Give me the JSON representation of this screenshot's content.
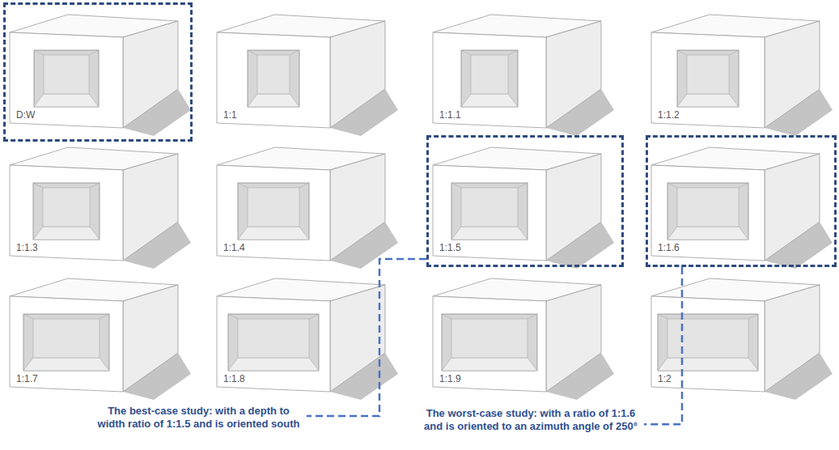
{
  "diagram": {
    "nodes": [
      {
        "text": [
          "D:W"
        ]
      },
      {
        "text": [
          "1:1"
        ]
      },
      {
        "text": [
          "1:1.1"
        ]
      },
      {
        "text": [
          "1:1.2"
        ]
      },
      {
        "text": [
          "1:1.3"
        ]
      },
      {
        "text": [
          "1:1.4"
        ]
      },
      {
        "text": [
          "1:1.5"
        ]
      },
      {
        "text": [
          "1:1.6"
        ]
      },
      {
        "text": [
          "1:1.7"
        ]
      },
      {
        "text": [
          "1:1.8"
        ]
      },
      {
        "text": [
          "1:1.9"
        ]
      },
      {
        "text": [
          "1:2"
        ]
      },
      {
        "text": [
          "The best-case study: with a depth to width ratio of 1:1.5 and is oriented south"
        ]
      },
      {
        "text": [
          "The worst-case study: with a ratio of 1:1.6 and is oriented to an azimuth angle of 250°"
        ]
      }
    ],
    "edges": [
      {
        "from": 6,
        "to": 12,
        "arrow": "none"
      },
      {
        "from": 7,
        "to": 13,
        "arrow": "none"
      }
    ]
  }
}
